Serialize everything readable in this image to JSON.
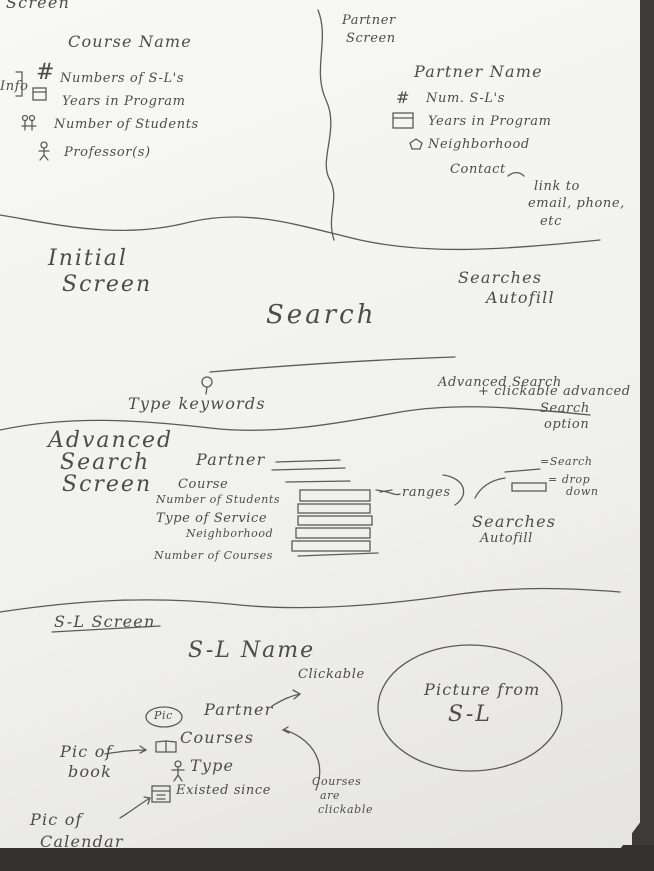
{
  "course_screen": {
    "title": "Screen",
    "course_name": "Course Name",
    "hash": "#",
    "info_label": "Info",
    "items": [
      "Numbers of S-L's",
      "Years in Program",
      "Number of Students",
      "Professor(s)"
    ]
  },
  "partner_screen": {
    "title_line1": "Partner",
    "title_line2": "Screen",
    "partner_name": "Partner Name",
    "hash": "#",
    "items": [
      "Num. S-L's",
      "Years in Program",
      "Neighborhood",
      "Contact"
    ],
    "contact_note_lines": [
      "link to",
      "email, phone,",
      "etc"
    ]
  },
  "initial_screen": {
    "title_line1": "Initial",
    "title_line2": "Screen",
    "search_label": "Search",
    "autofill_line1": "Searches",
    "autofill_line2": "Autofill",
    "type_keywords": "Type keywords",
    "advanced_lines": [
      "Advanced Search",
      "+ clickable advanced",
      "Search",
      "option"
    ]
  },
  "advanced_search": {
    "title_line1": "Advanced",
    "title_line2": "Search",
    "title_line3": "Screen",
    "fields": [
      "Partner",
      "Course",
      "Number of Students",
      "Type of Service",
      "Neighborhood",
      "Number of Courses"
    ],
    "ranges_label": "ranges",
    "search_label": "=Search",
    "dropdown_label_line1": "= drop",
    "dropdown_label_line2": "down",
    "autofill_line1": "Searches",
    "autofill_line2": "Autofill"
  },
  "sl_screen": {
    "title": "S-L Screen",
    "sl_name": "S-L Name",
    "pic_label": "Pic",
    "partner": "Partner",
    "clickable": "Clickable",
    "courses": "Courses",
    "type": "Type",
    "existed_since": "Existed since",
    "pic_of_book_line1": "Pic of",
    "pic_of_book_line2": "book",
    "pic_of_calendar_line1": "Pic of",
    "pic_of_calendar_line2": "Calendar",
    "courses_note_lines": [
      "Courses",
      "are",
      "clickable"
    ],
    "picture_line1": "Picture from",
    "picture_line2": "S-L"
  },
  "colors": {
    "pencil": "#4c4c4c",
    "paper": "#f2f2ef",
    "desk": "#3a3735"
  }
}
